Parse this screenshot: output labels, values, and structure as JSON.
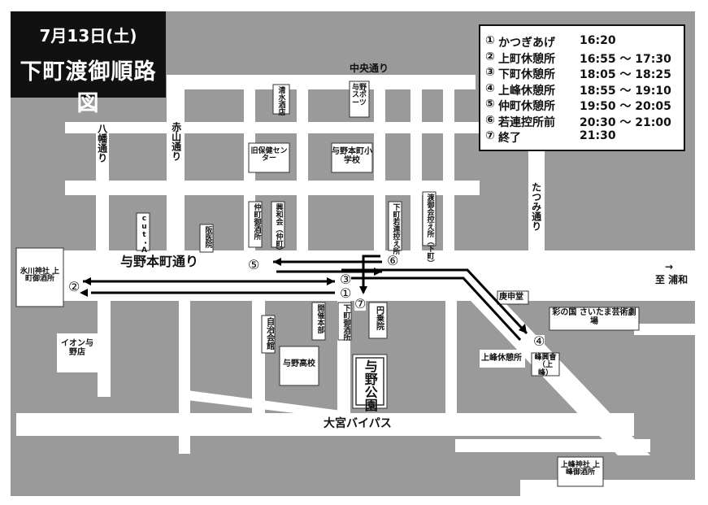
{
  "title": {
    "line1": "7月13日(土)",
    "line2": "下町渡御順路図"
  },
  "schedule": [
    {
      "mark": "①",
      "name": "かつぎあげ",
      "time": "16:20"
    },
    {
      "mark": "②",
      "name": "上町休憩所",
      "time": "16:55 ～ 17:30"
    },
    {
      "mark": "③",
      "name": "下町休憩所",
      "time": "18:05 ～ 18:25"
    },
    {
      "mark": "④",
      "name": "上峰休憩所",
      "time": "18:55 ～ 19:10"
    },
    {
      "mark": "⑤",
      "name": "仲町休憩所",
      "time": "19:50 ～ 20:05"
    },
    {
      "mark": "⑥",
      "name": "若連控所前",
      "time": "20:30 ～ 21:00"
    },
    {
      "mark": "⑦",
      "name": "終了",
      "time": "21:30"
    }
  ],
  "roads": {
    "chuo": "中央通り",
    "yono_honmachi": "与野本町通り",
    "omiya_bypass": "大宮バイパス",
    "hachiman": "八幡通り",
    "akayama": "赤山通り",
    "tatsumi": "たつみ通り",
    "urawa": "至 浦和",
    "arrow_right": "→"
  },
  "places": {
    "shimizu": "清水酒店",
    "yono_sports": "与野スポーツ",
    "kyuhoken": "旧保健センター",
    "yono_school": "与野本町小学校",
    "nakamachi_otabisho": "仲町御酒所",
    "kowakai": "興和会（仲町）",
    "shimomachi_waka": "下町若連控え所",
    "tomiya": "渡御会控え所（下町）",
    "cut_a": "cut・A",
    "hanbyoin": "阪医院",
    "hikawa": "氷川神社 上町御酒所",
    "aeon": "イオン与野店",
    "jichikai": "自治会館",
    "kaisai": "開催本部",
    "shimomachi_otabisho": "下町御酒所",
    "enjoin": "円乗院",
    "yono_high": "与野高校",
    "yono_park": "与野公園",
    "koshindo": "庚申堂",
    "saitama_arts": "彩の国 さいたま芸術劇場",
    "kamimine_rest": "上峰休憩所",
    "minekokai": "峰興會（上峰）",
    "kamimine_shrine": "上峰神社 上峰御酒所"
  },
  "markers": {
    "m1": "①",
    "m2": "②",
    "m3": "③",
    "m4": "④",
    "m5": "⑤",
    "m6": "⑥",
    "m7": "⑦"
  }
}
